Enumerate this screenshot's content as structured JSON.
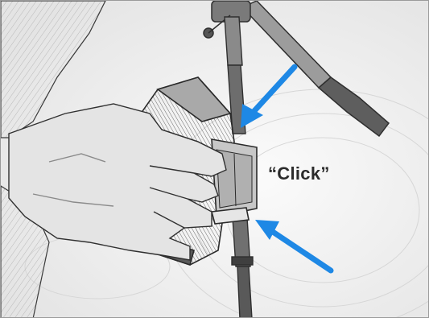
{
  "figure": {
    "callout_text": "“Click”",
    "arrow_color": "#1e88e5",
    "sketch_line_color": "#2f2f2f",
    "background_color": "#f4f4f4",
    "icons": {
      "mic_stand": "mic-stand-sketch",
      "boom_arm": "boom-arm-sketch",
      "device": "concertina-case-sketch",
      "hand": "hand-sketch",
      "arrows": "pointer-arrow"
    }
  }
}
